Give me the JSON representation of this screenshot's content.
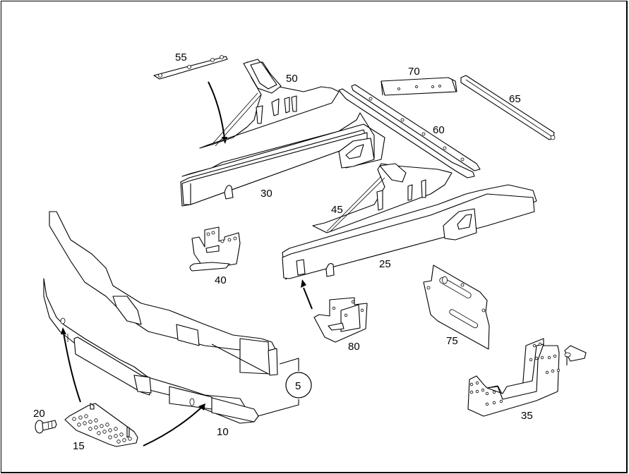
{
  "diagram": {
    "type": "exploded-parts-diagram",
    "subject": "vehicle front frame members and brackets",
    "colors": {
      "line": "#000000",
      "background": "#ffffff"
    },
    "parts": [
      {
        "id": "5",
        "label": "5",
        "description": "assembly callout (circled)"
      },
      {
        "id": "10",
        "label": "10",
        "description": "front cross member lower"
      },
      {
        "id": "15",
        "label": "15",
        "description": "perforated step plate"
      },
      {
        "id": "20",
        "label": "20",
        "description": "bolt"
      },
      {
        "id": "25",
        "label": "25",
        "description": "longitudinal member right"
      },
      {
        "id": "30",
        "label": "30",
        "description": "longitudinal member left"
      },
      {
        "id": "35",
        "label": "35",
        "description": "U-shaped support bracket"
      },
      {
        "id": "40",
        "label": "40",
        "description": "towing eye bracket"
      },
      {
        "id": "45",
        "label": "45",
        "description": "wheelhouse reinforcement right"
      },
      {
        "id": "50",
        "label": "50",
        "description": "wheelhouse reinforcement left"
      },
      {
        "id": "55",
        "label": "55",
        "description": "reinforcement strip"
      },
      {
        "id": "60",
        "label": "60",
        "description": "upper rail"
      },
      {
        "id": "65",
        "label": "65",
        "description": "tie rod / strut"
      },
      {
        "id": "70",
        "label": "70",
        "description": "bracket"
      },
      {
        "id": "75",
        "label": "75",
        "description": "slotted mounting plate"
      },
      {
        "id": "80",
        "label": "80",
        "description": "mounting bracket"
      }
    ]
  }
}
